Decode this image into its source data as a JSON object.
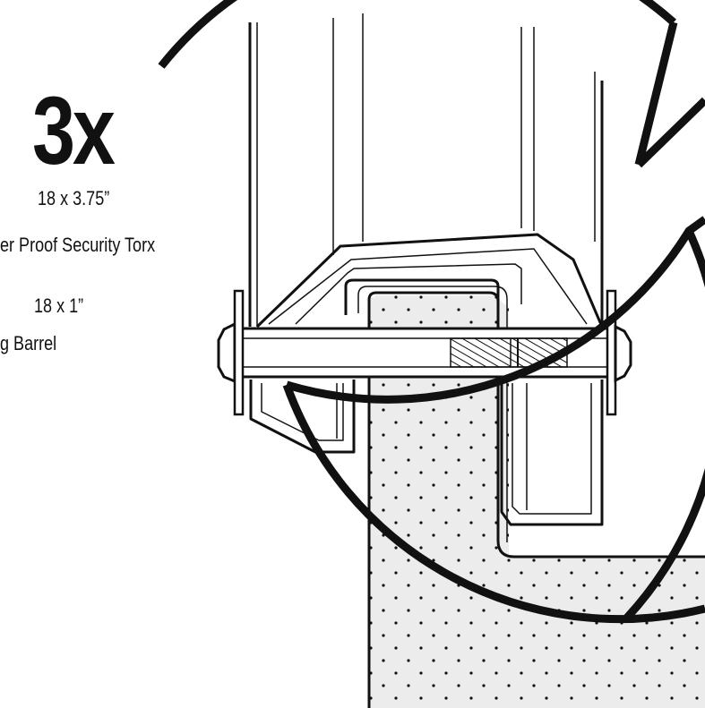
{
  "callout": {
    "quantity": "3x",
    "items": [
      {
        "spec": "18 x 3.75”",
        "desc": "er Proof Security Torx"
      },
      {
        "spec": "18 x 1”",
        "desc": "g Barrel"
      }
    ]
  },
  "colors": {
    "line": "#111111",
    "fill_concrete": "#e8e8e8",
    "background": "#ffffff"
  }
}
